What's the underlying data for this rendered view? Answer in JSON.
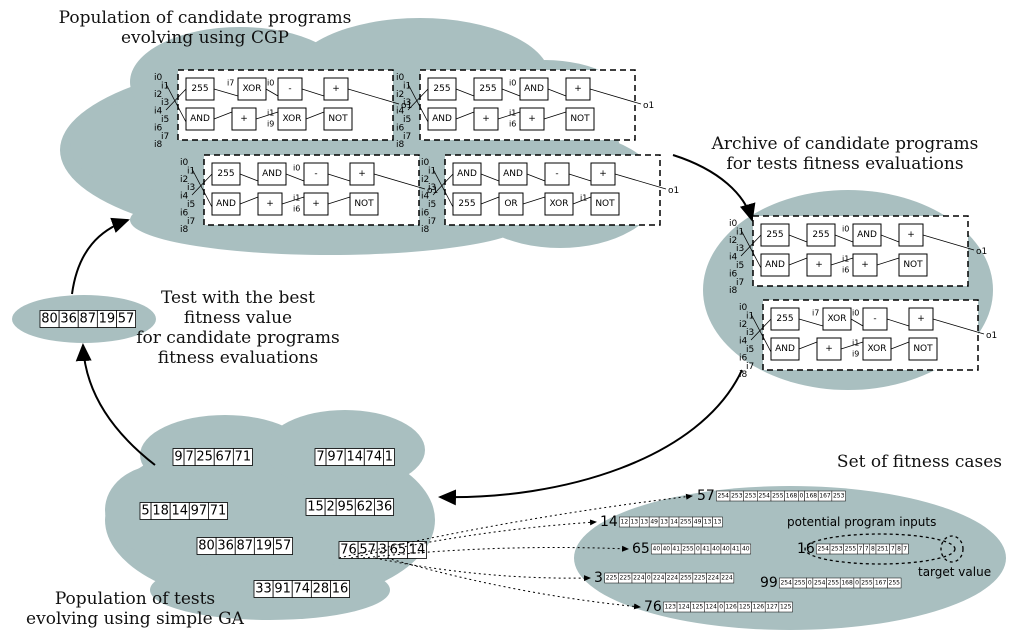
{
  "labels": {
    "population_programs": [
      "Population of candidate programs",
      "evolving using CGP"
    ],
    "archive": [
      "Archive of candidate programs",
      "for tests fitness evaluations"
    ],
    "best_test": [
      "Test with the best",
      "fitness value",
      "for candidate programs",
      "fitness evaluations"
    ],
    "fitness_cases": "Set of fitness cases",
    "population_tests": [
      "Population of tests",
      "evolving using simple GA"
    ],
    "potential_inputs": "potential program inputs",
    "target_value": "target value"
  },
  "programs": [
    {
      "inputs": [
        "i0",
        "i1",
        "i2",
        "i3",
        "i4",
        "i5",
        "i6",
        "i7",
        "i8"
      ],
      "nodes": [
        {
          "v": "255"
        },
        {
          "v": "AND"
        },
        {
          "v": "XOR",
          "in": "i7"
        },
        {
          "v": "+"
        },
        {
          "v": "-",
          "in": "i0"
        },
        {
          "v": "XOR",
          "in": "i1 i9"
        },
        {
          "v": "+"
        },
        {
          "v": "NOT"
        }
      ],
      "output": "o1"
    },
    {
      "inputs": [
        "i0",
        "i1",
        "i2",
        "i3",
        "i4",
        "i5",
        "i6",
        "i7",
        "i8"
      ],
      "nodes": [
        {
          "v": "255"
        },
        {
          "v": "AND"
        },
        {
          "v": "255"
        },
        {
          "v": "+"
        },
        {
          "v": "AND",
          "in": "i0"
        },
        {
          "v": "+",
          "in": "i1 i6"
        },
        {
          "v": "+"
        },
        {
          "v": "NOT"
        }
      ],
      "output": "o1"
    },
    {
      "inputs": [
        "i0",
        "i1",
        "i2",
        "i3",
        "i4",
        "i5",
        "i6",
        "i7",
        "i8"
      ],
      "nodes": [
        {
          "v": "255"
        },
        {
          "v": "AND"
        },
        {
          "v": "AND"
        },
        {
          "v": "+"
        },
        {
          "v": "-",
          "in": "i0"
        },
        {
          "v": "+",
          "in": "i1 i6"
        },
        {
          "v": "+"
        },
        {
          "v": "NOT"
        }
      ],
      "output": "o1"
    },
    {
      "inputs": [
        "i0",
        "i1",
        "i2",
        "i3",
        "i4",
        "i5",
        "i6",
        "i7",
        "i8"
      ],
      "nodes": [
        {
          "v": "AND"
        },
        {
          "v": "255"
        },
        {
          "v": "AND"
        },
        {
          "v": "OR"
        },
        {
          "v": "-"
        },
        {
          "v": "XOR"
        },
        {
          "v": "+"
        },
        {
          "v": "NOT",
          "in": "i1"
        }
      ],
      "output": "o1"
    }
  ],
  "archive_programs": [
    {
      "inputs": [
        "i0",
        "i1",
        "i2",
        "i3",
        "i4",
        "i5",
        "i6",
        "i7",
        "i8"
      ],
      "nodes": [
        {
          "v": "255"
        },
        {
          "v": "AND"
        },
        {
          "v": "255"
        },
        {
          "v": "+"
        },
        {
          "v": "AND",
          "in": "i0"
        },
        {
          "v": "+",
          "in": "i1 i6"
        },
        {
          "v": "+"
        },
        {
          "v": "NOT"
        }
      ],
      "output": "o1"
    },
    {
      "inputs": [
        "i0",
        "i1",
        "i2",
        "i3",
        "i4",
        "i5",
        "i6",
        "i7",
        "i8"
      ],
      "nodes": [
        {
          "v": "255"
        },
        {
          "v": "AND"
        },
        {
          "v": "XOR",
          "in": "i7"
        },
        {
          "v": "+"
        },
        {
          "v": "-",
          "in": "i0"
        },
        {
          "v": "XOR",
          "in": "i1 i9"
        },
        {
          "v": "+"
        },
        {
          "v": "NOT"
        }
      ],
      "output": "o1"
    }
  ],
  "best_test_genome": [
    "80",
    "36",
    "87",
    "19",
    "57"
  ],
  "tests": [
    [
      "9",
      "7",
      "25",
      "67",
      "71"
    ],
    [
      "7",
      "97",
      "14",
      "74",
      "1"
    ],
    [
      "5",
      "18",
      "14",
      "97",
      "71"
    ],
    [
      "15",
      "2",
      "95",
      "62",
      "36"
    ],
    [
      "80",
      "36",
      "87",
      "19",
      "57"
    ],
    [
      "76",
      "57",
      "3",
      "65",
      "14"
    ],
    [
      "33",
      "91",
      "74",
      "28",
      "16"
    ]
  ],
  "fitness_cases": [
    {
      "id": "57",
      "values": [
        "254",
        "253",
        "253",
        "254",
        "255",
        "168",
        "0",
        "168",
        "167",
        "253"
      ]
    },
    {
      "id": "14",
      "values": [
        "12",
        "13",
        "13",
        "49",
        "13",
        "14",
        "255",
        "49",
        "13",
        "13"
      ]
    },
    {
      "id": "65",
      "values": [
        "40",
        "40",
        "41",
        "255",
        "0",
        "41",
        "40",
        "40",
        "41",
        "40"
      ]
    },
    {
      "id": "16",
      "values": [
        "254",
        "253",
        "255",
        "7",
        "7",
        "8",
        "251",
        "7",
        "8",
        "7"
      ]
    },
    {
      "id": "3",
      "values": [
        "225",
        "225",
        "224",
        "0",
        "224",
        "224",
        "255",
        "225",
        "224",
        "224"
      ]
    },
    {
      "id": "99",
      "values": [
        "254",
        "255",
        "0",
        "254",
        "255",
        "168",
        "0",
        "255",
        "167",
        "255"
      ]
    },
    {
      "id": "76",
      "values": [
        "123",
        "124",
        "125",
        "124",
        "0",
        "126",
        "125",
        "126",
        "127",
        "125"
      ]
    }
  ]
}
